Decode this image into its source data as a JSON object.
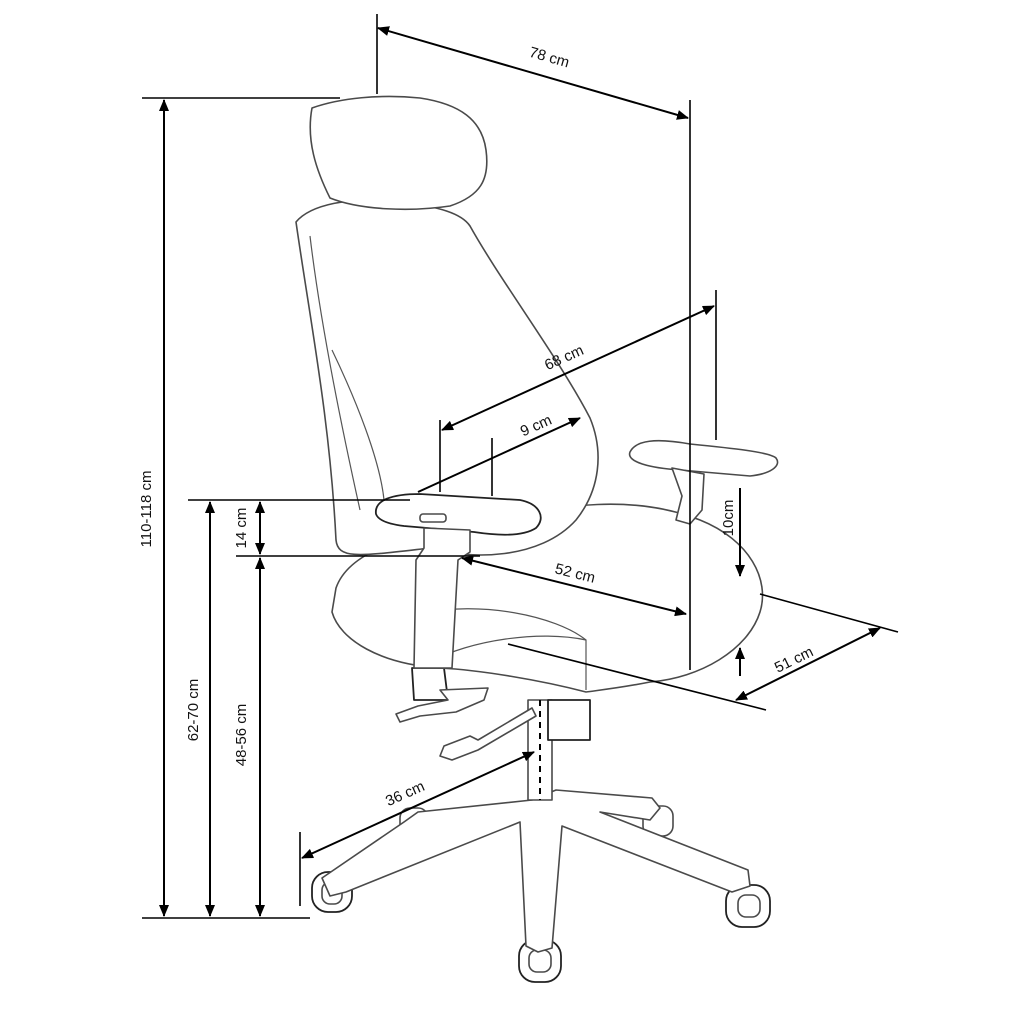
{
  "diagram": {
    "subject": "office chair dimensions",
    "line_color": "#000000",
    "outline_color": "#4a4a4a",
    "dimensions": {
      "overall_width": "78 cm",
      "overall_height": "110-118 cm",
      "depth": "68 cm",
      "backrest_offset": "9 cm",
      "armrest_height_above_seat": "14 cm",
      "armrest_height_from_floor": "62-70 cm",
      "seat_height": "48-56 cm",
      "seat_depth": "52 cm",
      "armrest_to_seat_right": "10cm",
      "seat_width": "51 cm",
      "base_radius": "36 cm"
    }
  }
}
